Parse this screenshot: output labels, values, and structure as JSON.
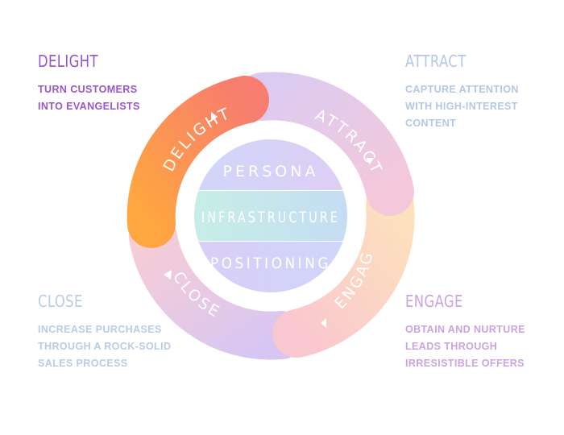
{
  "stages": {
    "delight": {
      "title": "DELIGHT",
      "lines": [
        "TURN CUSTOMERS",
        "INTO EVANGELISTS"
      ]
    },
    "attract": {
      "title": "ATTRACT",
      "lines": [
        "CAPTURE ATTENTION",
        "WITH HIGH-INTEREST",
        "CONTENT"
      ]
    },
    "close": {
      "title": "CLOSE",
      "lines": [
        "INCREASE PURCHASES",
        "THROUGH A ROCK-SOLID",
        "SALES PROCESS"
      ]
    },
    "engage": {
      "title": "ENGAGE",
      "lines": [
        "OBTAIN AND NURTURE",
        "LEADS THROUGH",
        "IRRESISTIBLE OFFERS"
      ]
    }
  },
  "ring": {
    "delight": "DELIGHT",
    "attract": "ATTRACT",
    "engage": "ENGAGE",
    "close": "CLOSE"
  },
  "core": [
    "PERSONA",
    "INFRASTRUCTURE",
    "POSITIONING"
  ],
  "colors": {
    "delight_start": "#ffa640",
    "delight_end": "#f77d6e",
    "attract": "#e2cbef",
    "engage": "#fcd3c3",
    "close": "#e4c8ec",
    "core_top": "#d9d2f7",
    "core_mid": "#c9eee8",
    "core_bottom": "#d9cef7"
  }
}
